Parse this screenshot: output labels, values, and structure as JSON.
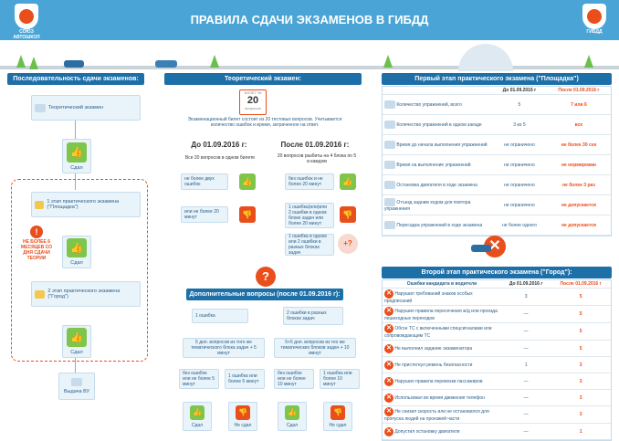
{
  "title": "ПРАВИЛА СДАЧИ ЭКЗАМЕНОВ В ГИБДД",
  "logo_left": "СОЮЗ АВТОШКОЛ",
  "logo_right": "ГИБДД",
  "col1": {
    "header": "Последовательность сдачи экзаменов:",
    "theory": "Теоретический экзамен",
    "passed": "Сдал",
    "stage1": "1 этап практического экзамена (\"Площадка\")",
    "stage2": "2 этап практического экзамена (\"Город\")",
    "warning": "НЕ БОЛЕЕ 6 МЕСЯЦЕВ СО ДНЯ СДАЧИ ТЕОРИИ",
    "issue": "Выдача ВУ"
  },
  "col2": {
    "header": "Теоретический экзамен:",
    "ticket_label": "БИЛЕТ №",
    "ticket_num": "20",
    "ticket_sub": "вопросов",
    "desc": "Экзаменационный билет состоит из 20 тестовых вопросов. Учитывается количество ошибок и время, затраченное на ответ.",
    "before": "До 01.09.2016 г:",
    "after": "После 01.09.2016 г:",
    "before_desc": "Все 20 вопросов в одном билете",
    "after_desc": "20 вопросов разбиты на 4 блока по 5 в каждом",
    "b_row1": "не более двух ошибок",
    "b_row2": "или не более 20 минут",
    "a_row1": "без ошибок и не более 20 минут",
    "a_row2": "1 ошибка(или)или 2 ошибки в одном блоке задач или более 20 минут",
    "a_row3": "1 ошибка в одном или 2 ошибки в разных блоках задач",
    "passed": "Сдал",
    "failed": "Не сдал",
    "add_header": "Дополнительные вопросы (после 01.09.2016 г):",
    "one_err": "1 ошибка",
    "two_err": "2 ошибки в разных блоках задач",
    "plus5": "5 доп. вопросов из того же тематического блока задач + 5 минут",
    "plus10": "5+5 доп. вопросов из тех же тематических блоков задач + 10 минут",
    "ok5": "без ошибок или не более 5 минут",
    "bad5": "1 ошибка или более 5 минут",
    "ok10": "без ошибок или не более 10 минут",
    "bad10": "1 ошибка или более 10 минут"
  },
  "col3": {
    "header1": "Первый этап практического экзамена (\"Площадка\")",
    "before": "До 01.09.2016 г",
    "after": "После 01.09.2016 г",
    "rows1": [
      {
        "label": "Количество упражнений, всего",
        "before": "5",
        "after": "7 или 6"
      },
      {
        "label": "Количество упражнений в одном заезде",
        "before": "3 из 5",
        "after": "все"
      },
      {
        "label": "Время до начала выполнения упражнений",
        "before": "не ограничено",
        "after": "не более 30 сек"
      },
      {
        "label": "Время на выполнение упражнений",
        "before": "не ограничено",
        "after": "не нормирован"
      },
      {
        "label": "Остановка двигателя в ходе экзамена",
        "before": "не ограничено",
        "after": "не более 3 раз"
      },
      {
        "label": "Отъезд задним ходом для повтора упражнения",
        "before": "не ограничено",
        "after": "не допускается"
      },
      {
        "label": "Пересадка упражнений в ходе экзамена",
        "before": "не более одного",
        "after": "не допускается"
      }
    ],
    "header2": "Второй этап практического экзамена (\"Город\"):",
    "col_err": "Ошибки кандидата в водители",
    "rows2": [
      {
        "label": "Нарушил требований знаков особых предписаний",
        "before": "3",
        "after": "5"
      },
      {
        "label": "Нарушил правила пересечения ж/д или проезда пешеходных переходов",
        "before": "—",
        "after": "5"
      },
      {
        "label": "Обгон ТС с включенными спецсигналами или сопровождающим ТС",
        "before": "—",
        "after": "5"
      },
      {
        "label": "Не выполнил задание экзаменатора",
        "before": "—",
        "after": "5"
      },
      {
        "label": "Не пристегнул ремень безопасности",
        "before": "1",
        "after": "3"
      },
      {
        "label": "Нарушил правила перевозки пассажиров",
        "before": "—",
        "after": "3"
      },
      {
        "label": "Использовал во время движения телефон",
        "before": "—",
        "after": "3"
      },
      {
        "label": "Не снизил скорость или не остановился для пропуска людей на проезжей части",
        "before": "—",
        "after": "3"
      },
      {
        "label": "Допустил остановку двигателя",
        "before": "—",
        "after": "1"
      }
    ]
  }
}
